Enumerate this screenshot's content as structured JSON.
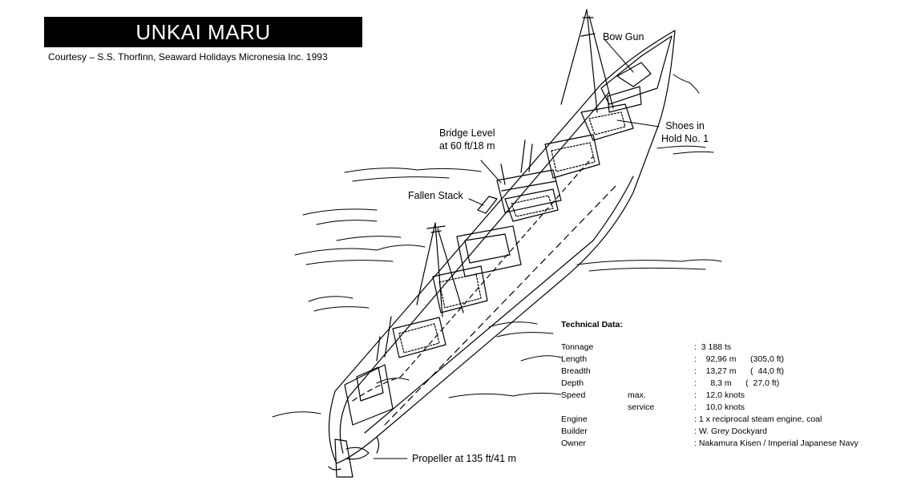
{
  "header": {
    "title": "UNKAI MARU",
    "courtesy": "Courtesy – S.S. Thorfinn, Seaward Holidays Micronesia Inc. 1993"
  },
  "annotations": {
    "bow_gun": "Bow Gun",
    "shoes_line1": "Shoes in",
    "shoes_line2": "Hold No. 1",
    "bridge_line1": "Bridge Level",
    "bridge_line2": "at 60 ft/18 m",
    "fallen_stack": "Fallen Stack",
    "propeller": "Propeller at 135 ft/41 m"
  },
  "technical_data": {
    "heading": "Technical Data:",
    "rows": [
      {
        "label": "Tonnage",
        "sub": "",
        "value": ":  3 188 ts"
      },
      {
        "label": "Length",
        "sub": "",
        "value": ":    92,96 m      (305,0 ft)"
      },
      {
        "label": "Breadth",
        "sub": "",
        "value": ":    13,27 m      (  44,0 ft)"
      },
      {
        "label": "Depth",
        "sub": "",
        "value": ":      8,3 m      (  27,0 ft)"
      },
      {
        "label": "Speed",
        "sub": "max.",
        "value": ":    12,0 knots"
      },
      {
        "label": "",
        "sub": "service",
        "value": ":    10,0 knots"
      },
      {
        "label": "Engine",
        "sub": "",
        "value": ": 1 x reciprocal steam engine, coal"
      },
      {
        "label": "Builder",
        "sub": "",
        "value": ": W. Grey Dockyard"
      },
      {
        "label": "Owner",
        "sub": "",
        "value": ": Nakamura Kisen / Imperial Japanese Navy"
      }
    ]
  }
}
